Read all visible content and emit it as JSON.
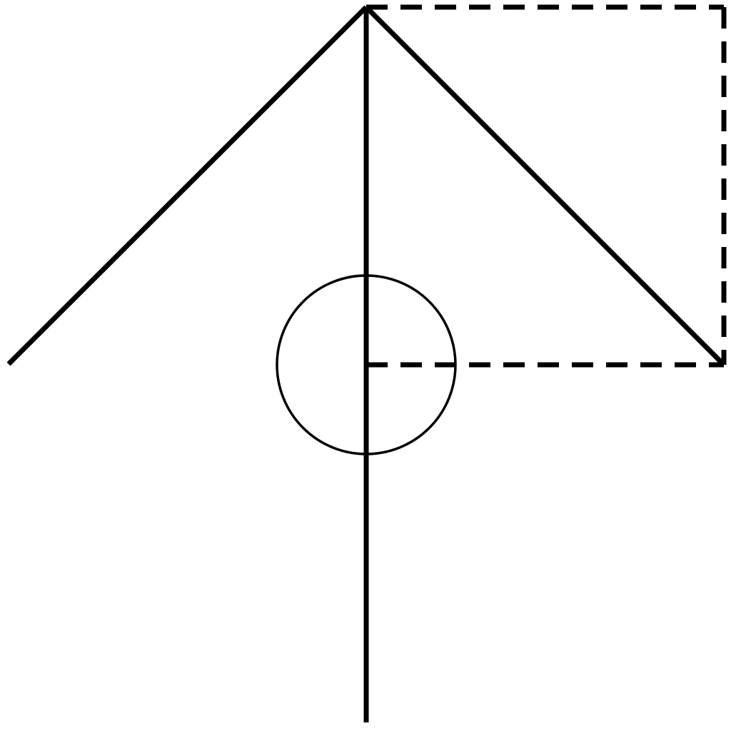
{
  "diagram": {
    "colors": {
      "background": "#ffffff",
      "stroke": "#000000"
    },
    "elements": [
      "left-diagonal-line",
      "right-diagonal-line",
      "vertical-axis-line",
      "center-circle",
      "dashed-rectangle"
    ]
  }
}
